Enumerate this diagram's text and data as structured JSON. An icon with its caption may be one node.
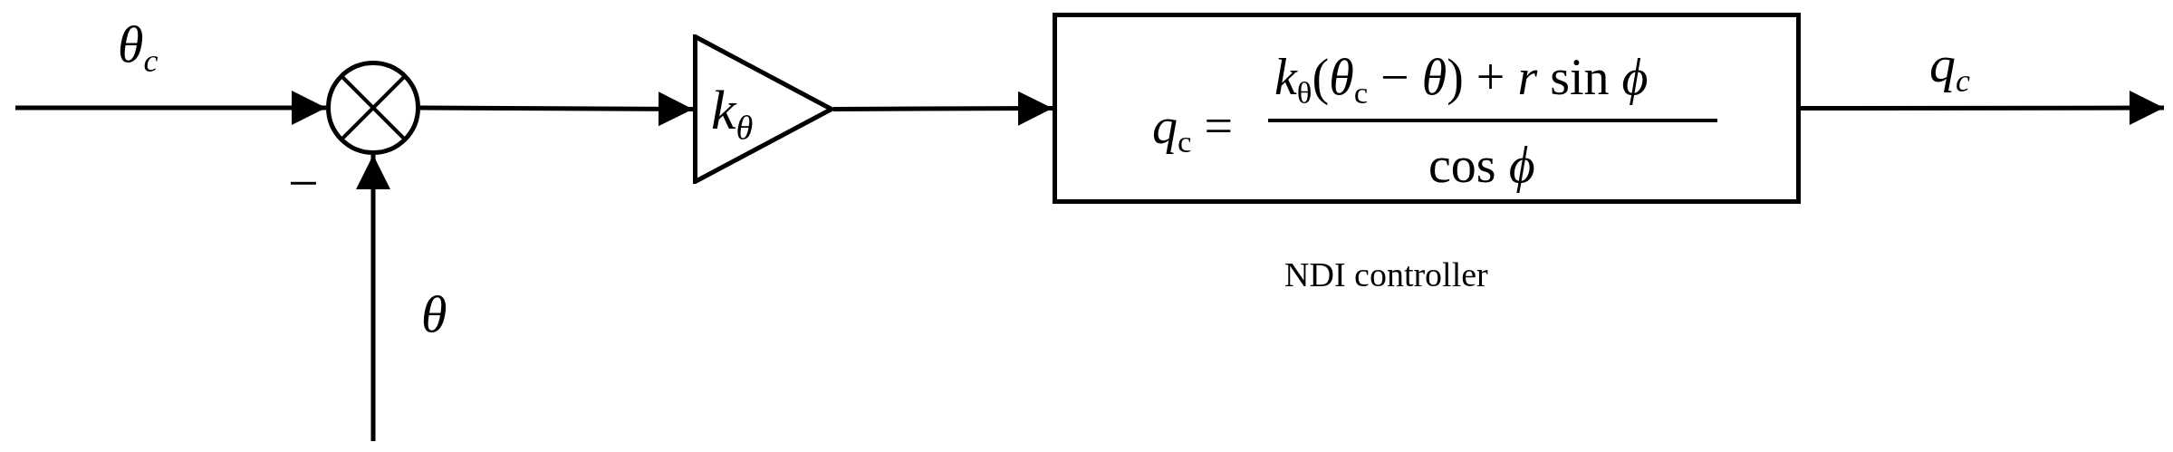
{
  "diagram": {
    "nodes": [
      {
        "text": [],
        "shape": "circle"
      },
      {
        "text": [
          "k$_{θ}$"
        ]
      },
      {
        "text": [
          "*q*$_{c}$ =",
          "*k*$_{θ}$(*θ*$_{c}$ − *θ*) + *r* sin *ϕ*",
          "cos *ϕ*"
        ],
        "beside": [
          "NDI controller"
        ]
      }
    ],
    "edges": [
      {
        "from": null,
        "to": 0,
        "arrow": "to",
        "label": "θ$_{c}$"
      },
      {
        "from": null,
        "to": 0,
        "arrow": "to",
        "label": "θ"
      },
      {
        "from": 0,
        "to": 1,
        "arrow": "to"
      },
      {
        "from": 1,
        "to": 2,
        "arrow": "to"
      },
      {
        "from": 2,
        "to": null,
        "arrow": "to",
        "label": "q$_{c}$"
      }
    ],
    "labels": [
      "−"
    ]
  }
}
